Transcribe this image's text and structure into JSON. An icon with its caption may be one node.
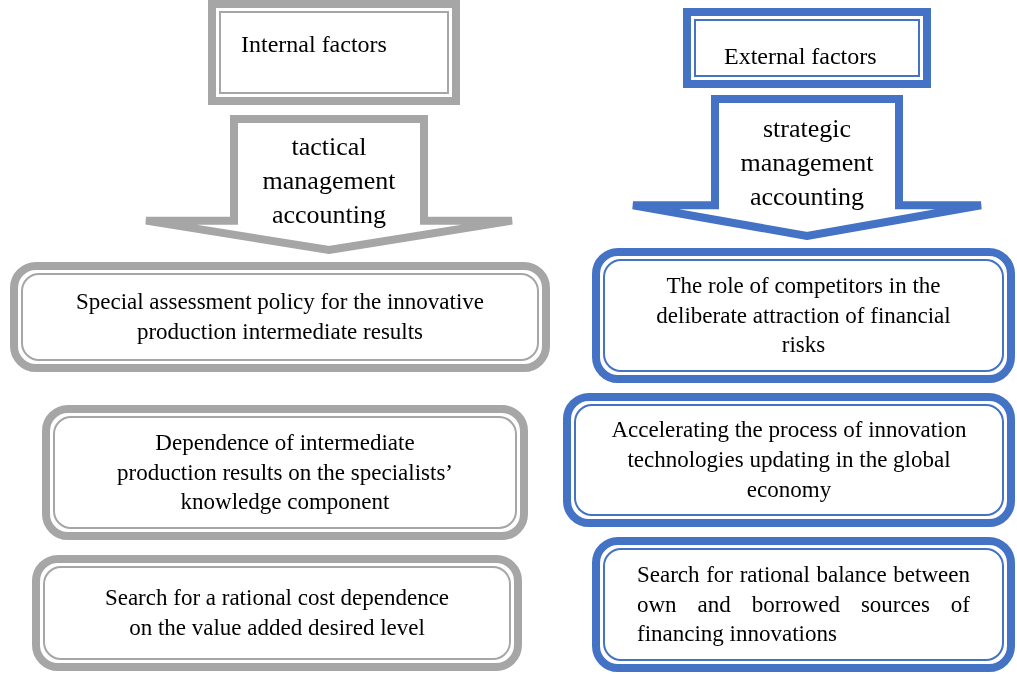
{
  "diagram": {
    "nodes": [
      {
        "text": [
          "Internal factors"
        ]
      },
      {
        "text": [
          "Special assessment policy for the innovative production intermediate results"
        ]
      },
      {
        "text": [
          "Dependence of intermediate production results on the specialists’ knowledge component"
        ]
      },
      {
        "text": [
          "Search for a rational cost dependence on the value added desired level"
        ]
      },
      {
        "text": [
          "External factors"
        ]
      },
      {
        "text": [
          "The role of competitors in the deliberate attraction of financial risks"
        ]
      },
      {
        "text": [
          "Accelerating the process of innovation technologies updating in the global economy"
        ]
      },
      {
        "text": [
          "Search for rational balance between own and borrowed sources of financing innovations"
        ]
      }
    ],
    "edges": [
      {
        "from": 0,
        "to": 1,
        "arrow": "to",
        "label": "tactical management accounting",
        "style": "thick",
        "color": "#a6a6a6"
      },
      {
        "from": 4,
        "to": 5,
        "arrow": "to",
        "label": "strategic management accounting",
        "style": "thick",
        "color": "#4472c4"
      }
    ]
  }
}
